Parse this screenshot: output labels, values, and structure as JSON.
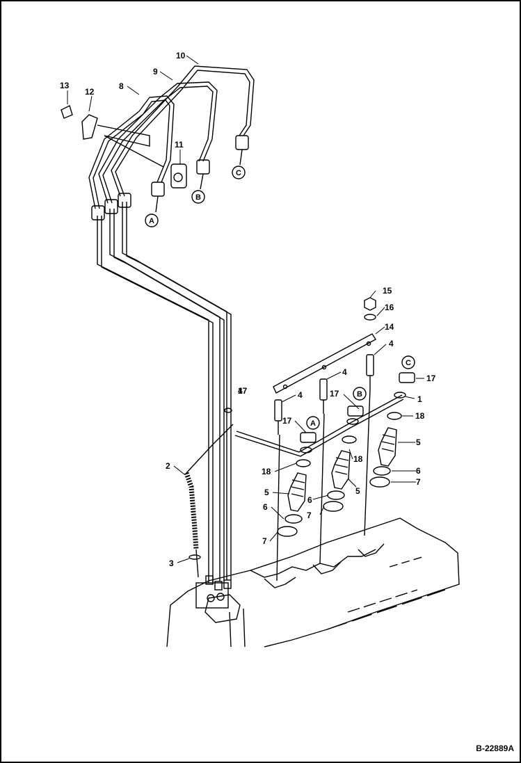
{
  "diagram": {
    "figure_number": "B-22889A",
    "callouts": [
      "1",
      "2",
      "3",
      "4",
      "4",
      "4",
      "4",
      "5",
      "5",
      "5",
      "6",
      "6",
      "6",
      "7",
      "7",
      "7",
      "8",
      "9",
      "10",
      "11",
      "12",
      "13",
      "14",
      "15",
      "16",
      "17",
      "17",
      "17",
      "17",
      "18",
      "18",
      "18"
    ],
    "connection_labels": [
      "A",
      "B",
      "C",
      "A",
      "B",
      "C"
    ]
  }
}
